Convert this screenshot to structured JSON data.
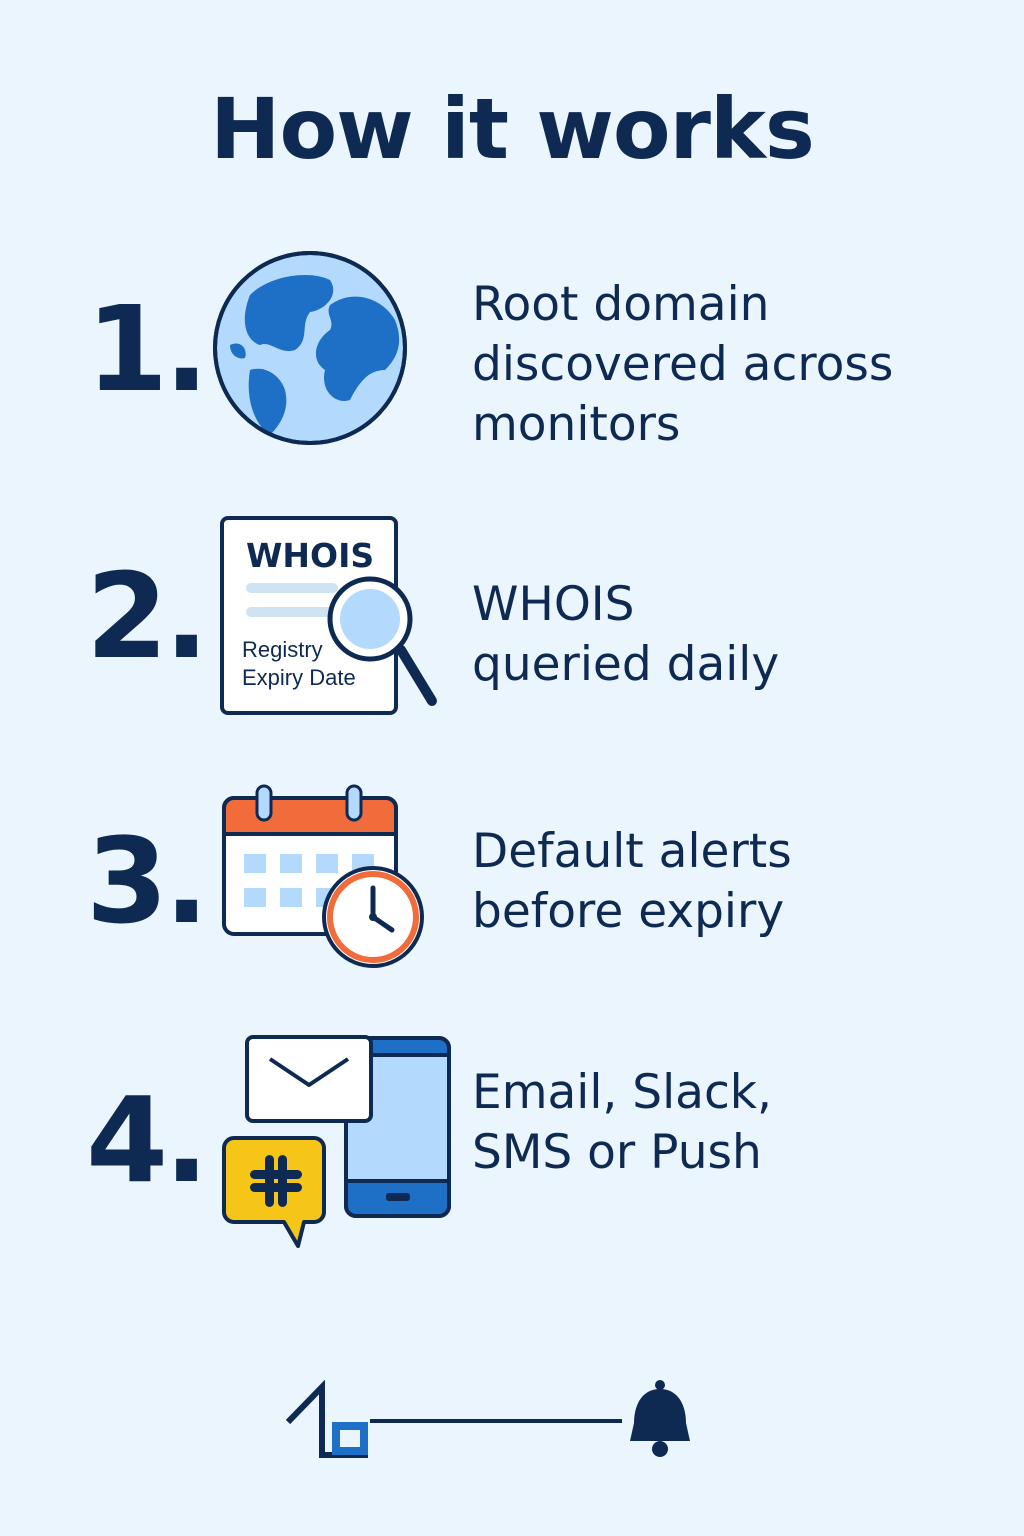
{
  "title": "How it works",
  "steps": [
    {
      "number": "1.",
      "icon": "globe-icon",
      "lines": [
        "Root domain",
        "discovered across",
        "monitors"
      ]
    },
    {
      "number": "2.",
      "icon": "whois-document-icon",
      "doc_title": "WHOIS",
      "doc_line1": "Registry",
      "doc_line2": "Expiry Date",
      "lines": [
        "WHOIS",
        "queried daily"
      ]
    },
    {
      "number": "3.",
      "icon": "calendar-clock-icon",
      "lines": [
        "Default alerts",
        "before expiry"
      ]
    },
    {
      "number": "4.",
      "icon": "notification-channels-icon",
      "lines": [
        "Email, Slack,",
        "SMS or Push"
      ]
    }
  ],
  "footer": {
    "logo_icon": "brand-logo-icon",
    "bell_icon": "bell-icon"
  },
  "colors": {
    "navy": "#0f2a52",
    "blue": "#1e6fc6",
    "light_blue": "#b3dafc",
    "orange": "#f26b3a",
    "yellow": "#f5c518",
    "background": "#eaf5fd"
  }
}
